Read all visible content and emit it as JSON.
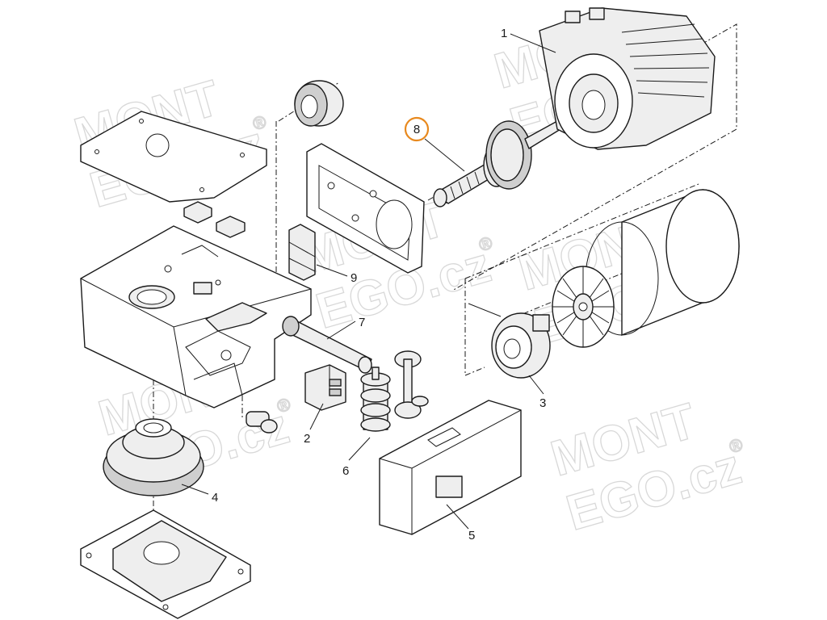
{
  "watermark": {
    "line1": "MONT",
    "line2": "EGO.cz",
    "registered_mark": "®",
    "color": "#cfcfcf"
  },
  "highlight_color": "#e8891e",
  "callouts": [
    {
      "number": "1",
      "part": "electric-motor"
    },
    {
      "number": "2",
      "part": "limit-switch-bracket"
    },
    {
      "number": "3",
      "part": "motor-brake"
    },
    {
      "number": "4",
      "part": "output-gear-wheel"
    },
    {
      "number": "5",
      "part": "protective-cover"
    },
    {
      "number": "6",
      "part": "limit-cam-assembly"
    },
    {
      "number": "7",
      "part": "drive-shaft"
    },
    {
      "number": "8",
      "part": "worm-shaft",
      "highlighted": true
    },
    {
      "number": "9",
      "part": "cable-clamp"
    }
  ]
}
